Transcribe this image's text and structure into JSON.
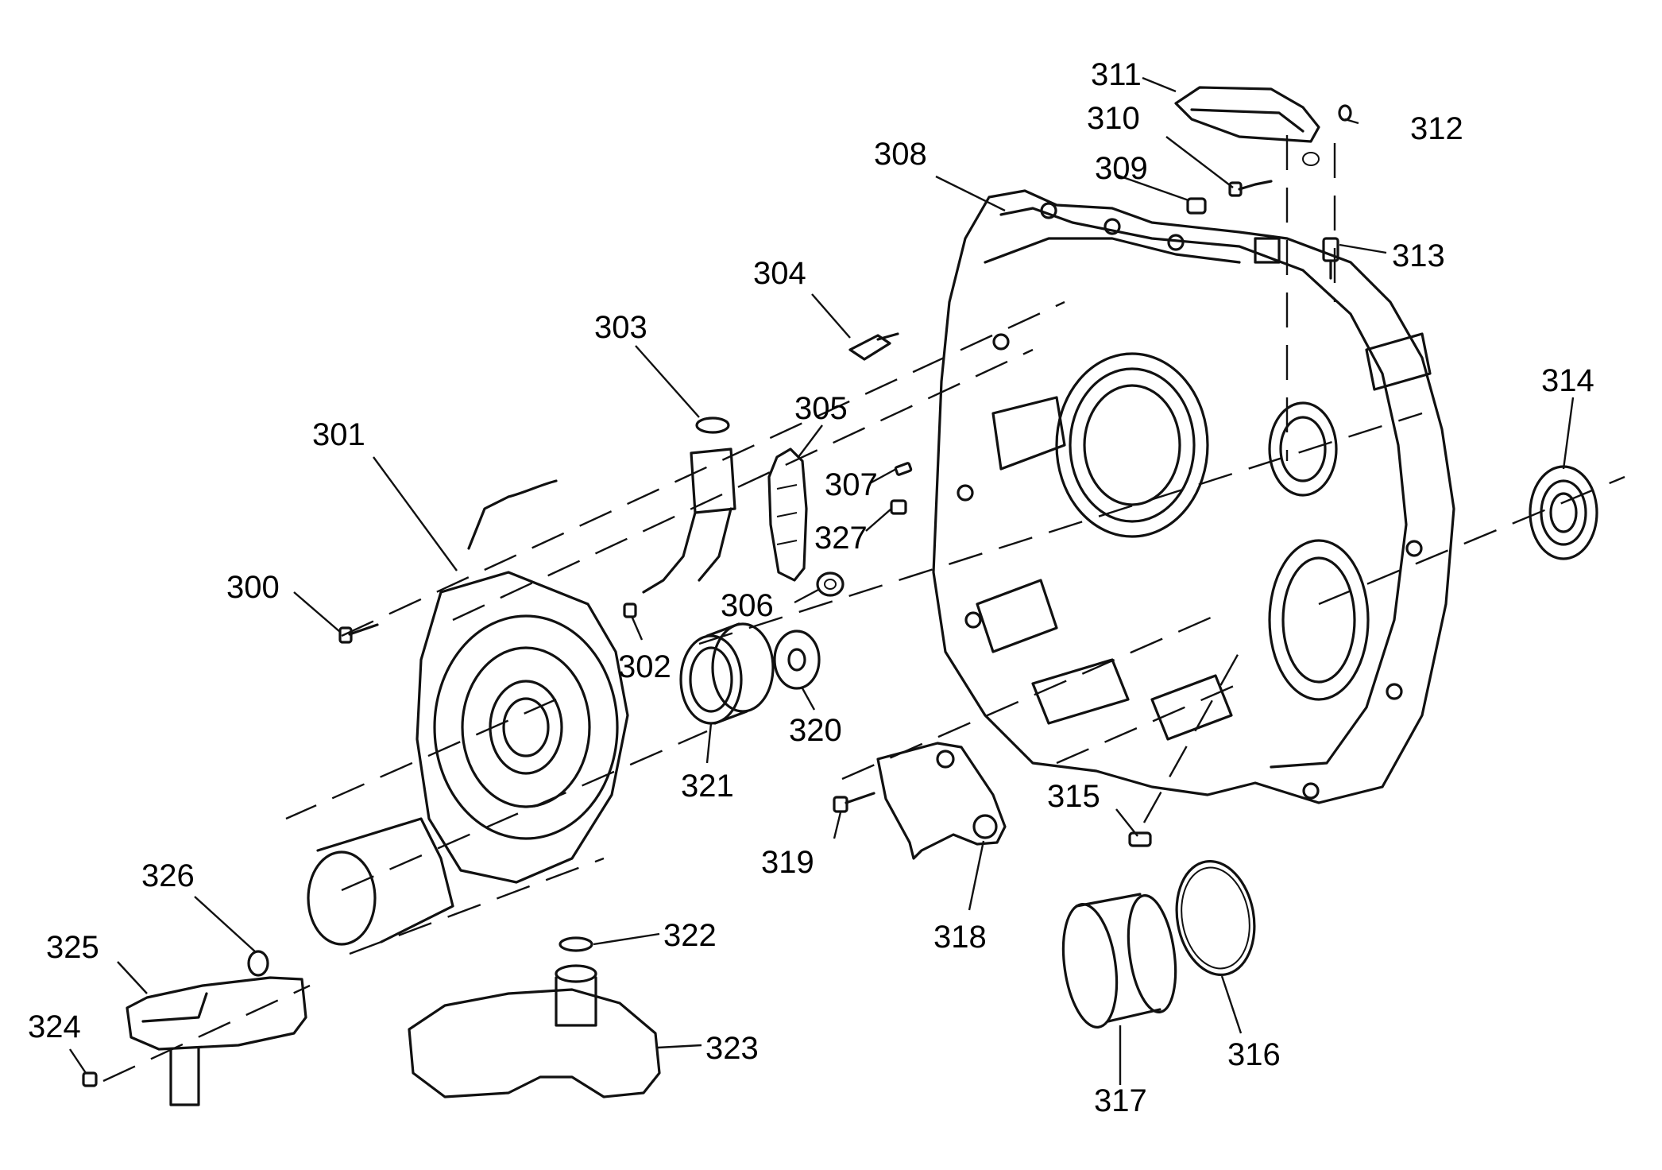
{
  "parts": [
    {
      "id": "p300",
      "label": "300"
    },
    {
      "id": "p301",
      "label": "301"
    },
    {
      "id": "p302",
      "label": "302"
    },
    {
      "id": "p303",
      "label": "303"
    },
    {
      "id": "p304",
      "label": "304"
    },
    {
      "id": "p305",
      "label": "305"
    },
    {
      "id": "p306",
      "label": "306"
    },
    {
      "id": "p307",
      "label": "307"
    },
    {
      "id": "p308",
      "label": "308"
    },
    {
      "id": "p309",
      "label": "309"
    },
    {
      "id": "p310",
      "label": "310"
    },
    {
      "id": "p311",
      "label": "311"
    },
    {
      "id": "p312",
      "label": "312"
    },
    {
      "id": "p313",
      "label": "313"
    },
    {
      "id": "p314",
      "label": "314"
    },
    {
      "id": "p315",
      "label": "315"
    },
    {
      "id": "p316",
      "label": "316"
    },
    {
      "id": "p317",
      "label": "317"
    },
    {
      "id": "p318",
      "label": "318"
    },
    {
      "id": "p319",
      "label": "319"
    },
    {
      "id": "p320",
      "label": "320"
    },
    {
      "id": "p321",
      "label": "321"
    },
    {
      "id": "p322",
      "label": "322"
    },
    {
      "id": "p323",
      "label": "323"
    },
    {
      "id": "p324",
      "label": "324"
    },
    {
      "id": "p325",
      "label": "325"
    },
    {
      "id": "p326",
      "label": "326"
    },
    {
      "id": "p327",
      "label": "327"
    }
  ]
}
